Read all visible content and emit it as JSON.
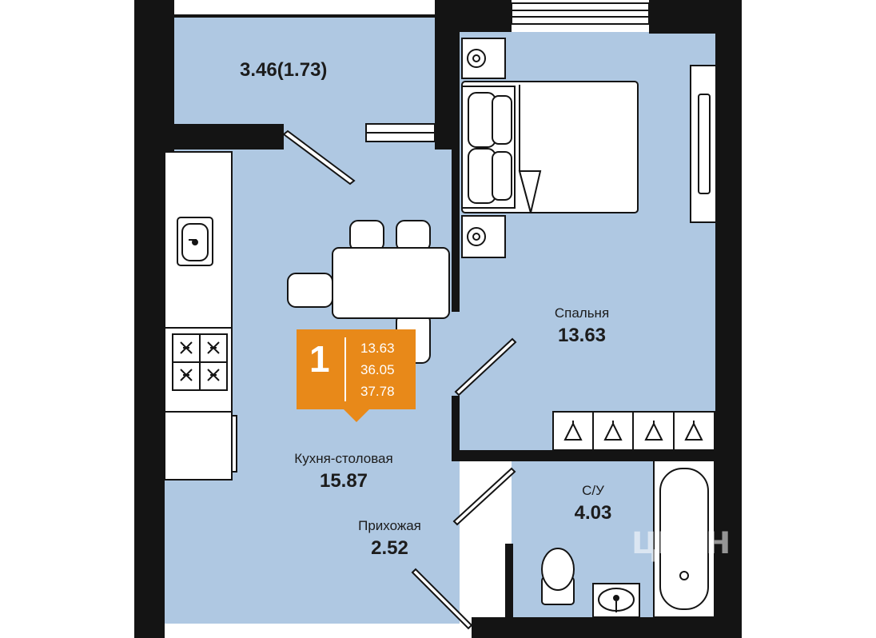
{
  "rooms": {
    "balcony": {
      "area": "3.46(1.73)"
    },
    "bedroom": {
      "name": "Спальня",
      "area": "13.63"
    },
    "kitchen": {
      "name": "Кухня-столовая",
      "area": "15.87"
    },
    "hallway": {
      "name": "Прихожая",
      "area": "2.52"
    },
    "bathroom": {
      "name": "С/У",
      "area": "4.03"
    }
  },
  "badge": {
    "rooms_count": "1",
    "living_area": "13.63",
    "total_area": "36.05",
    "area_with_balcony": "37.78"
  },
  "watermark": {
    "text": "циан"
  },
  "colors": {
    "floor": "#AFC8E2",
    "wall": "#141414",
    "badge": "#E88919",
    "fixture": "#FFFFFF"
  }
}
